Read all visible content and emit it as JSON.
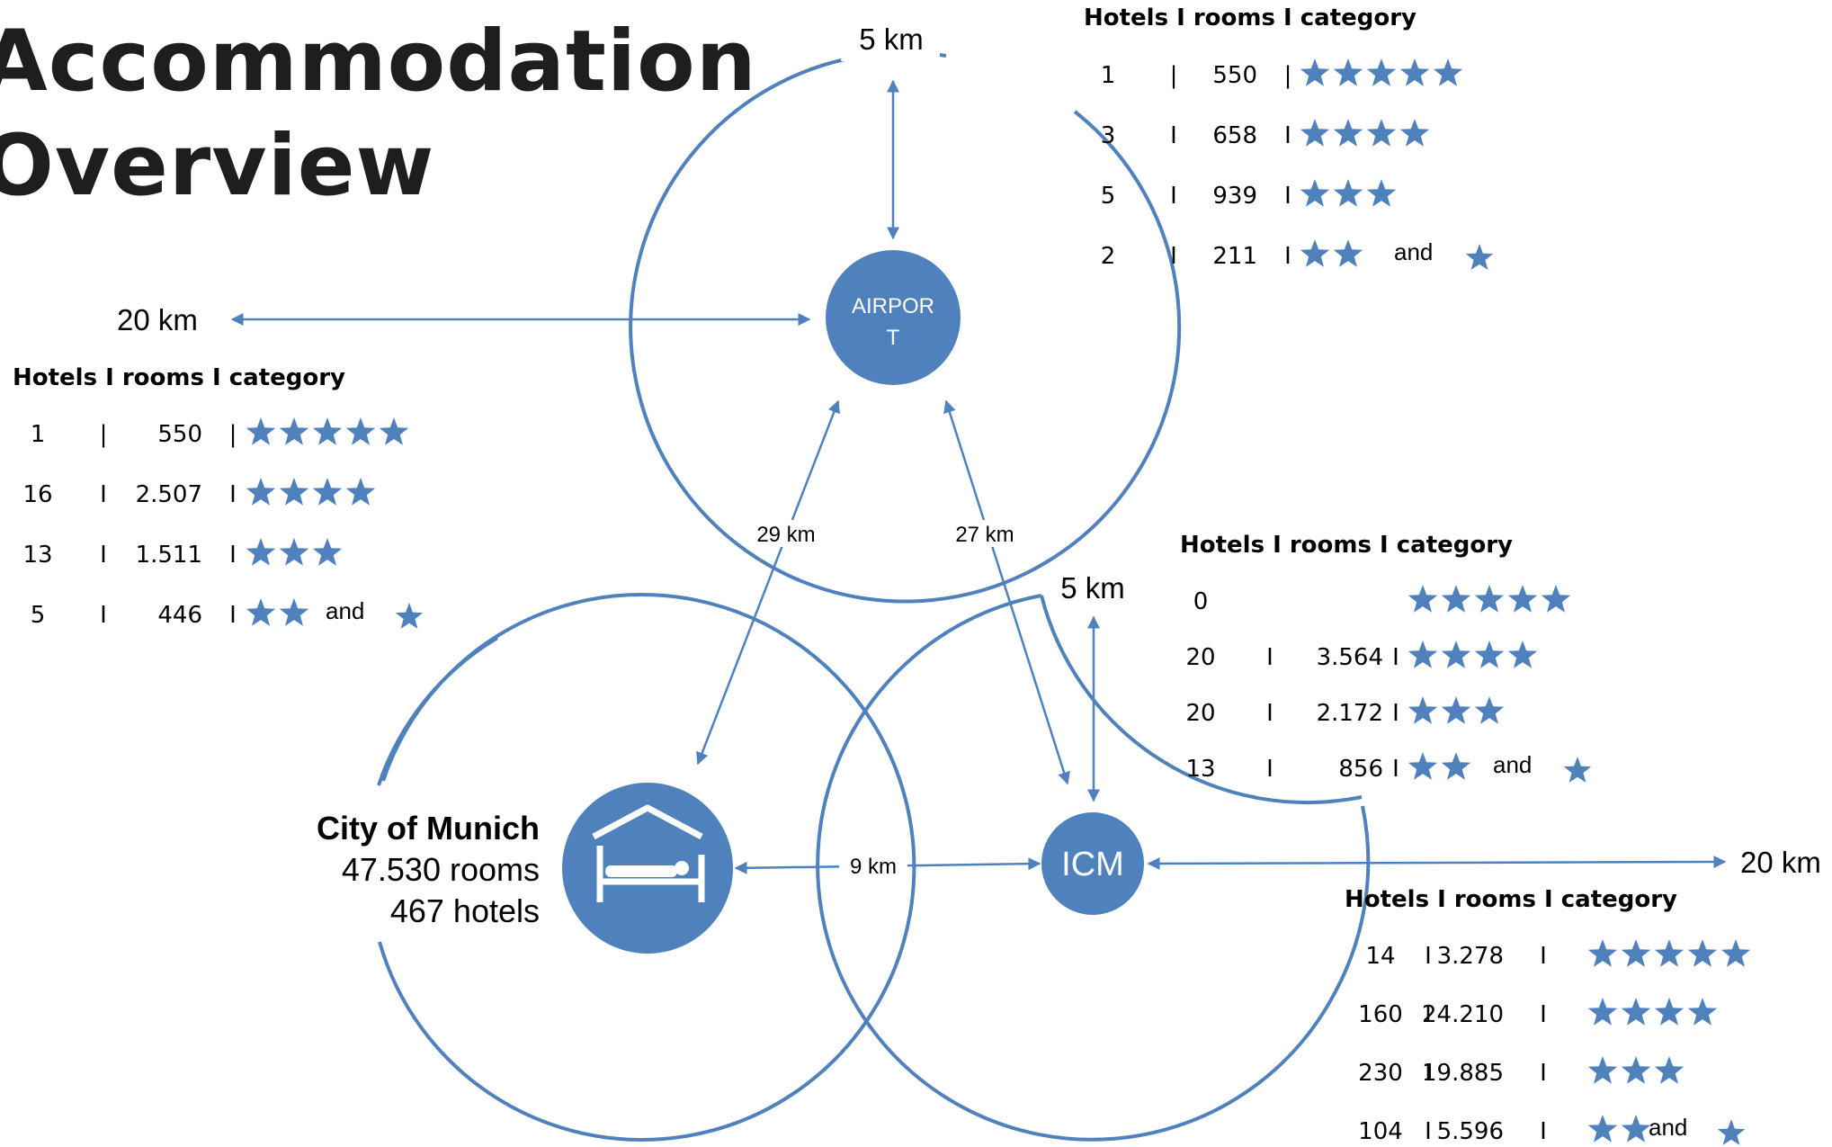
{
  "page": {
    "title_line1": "Accommodation",
    "title_line2": "Overview"
  },
  "colors": {
    "accent": "#4F81BD",
    "title": "#1E1E1E",
    "text": "#000000"
  },
  "nodes": {
    "airport": "AIRPOR\nT",
    "icm": "ICM",
    "city": {
      "name": "City of Munich",
      "rooms": "47.530 rooms",
      "hotels": "467 hotels",
      "icon": "bed-icon"
    }
  },
  "distances": {
    "airport_radius": "5 km",
    "airport_outer": "20 km",
    "icm_radius": "5 km",
    "icm_outer": "20 km",
    "city_to_airport": "29 km",
    "icm_to_airport": "27 km",
    "city_to_icm": "9 km"
  },
  "tables": {
    "airport_5km": {
      "header": "Hotels I  rooms I  category",
      "rows": [
        {
          "hotels": "1",
          "sep1": "|",
          "rooms": "550",
          "sep2": "|",
          "stars": 5
        },
        {
          "hotels": "3",
          "sep1": "I",
          "rooms": "658",
          "sep2": "I",
          "stars": 4
        },
        {
          "hotels": "5",
          "sep1": "I",
          "rooms": "939",
          "sep2": "I",
          "stars": 3
        },
        {
          "hotels": "2",
          "sep1": "I",
          "rooms": "211",
          "sep2": "I",
          "stars": 2,
          "and": "and",
          "extra_stars": 1
        }
      ]
    },
    "airport_20km": {
      "header": "Hotels I  rooms I  category",
      "rows": [
        {
          "hotels": "1",
          "sep1": "|",
          "rooms": "550",
          "sep2": "|",
          "stars": 5
        },
        {
          "hotels": "16",
          "sep1": "I",
          "rooms": "2.507",
          "sep2": "I",
          "stars": 4
        },
        {
          "hotels": "13",
          "sep1": "I",
          "rooms": "1.511",
          "sep2": "I",
          "stars": 3
        },
        {
          "hotels": "5",
          "sep1": "I",
          "rooms": "446",
          "sep2": "I",
          "stars": 2,
          "and": "and",
          "extra_stars": 1
        }
      ]
    },
    "icm_5km": {
      "header": "Hotels I  rooms I  category",
      "rows": [
        {
          "hotels": "0",
          "sep1": "",
          "rooms": "",
          "sep2": "",
          "stars": 5
        },
        {
          "hotels": "20",
          "sep1": "I",
          "rooms": "3.564",
          "sep2": "I",
          "stars": 4
        },
        {
          "hotels": "20",
          "sep1": "I",
          "rooms": "2.172",
          "sep2": "I",
          "stars": 3
        },
        {
          "hotels": "13",
          "sep1": "I",
          "rooms": "856",
          "sep2": "I",
          "stars": 2,
          "and": "and",
          "extra_stars": 1
        }
      ]
    },
    "icm_20km": {
      "header": "Hotels I  rooms I  category",
      "rows": [
        {
          "hotels": "14",
          "sep1": "I",
          "rooms": "3.278",
          "sep2": "I",
          "stars": 5
        },
        {
          "hotels": "160",
          "sep1": "I",
          "rooms": "24.210",
          "sep2": "I",
          "stars": 4
        },
        {
          "hotels": "230",
          "sep1": "I",
          "rooms": "19.885",
          "sep2": "I",
          "stars": 3
        },
        {
          "hotels": "104",
          "sep1": "I",
          "rooms": "5.596",
          "sep2": "I",
          "stars": 2,
          "and": "and",
          "extra_stars": 1
        }
      ]
    }
  }
}
